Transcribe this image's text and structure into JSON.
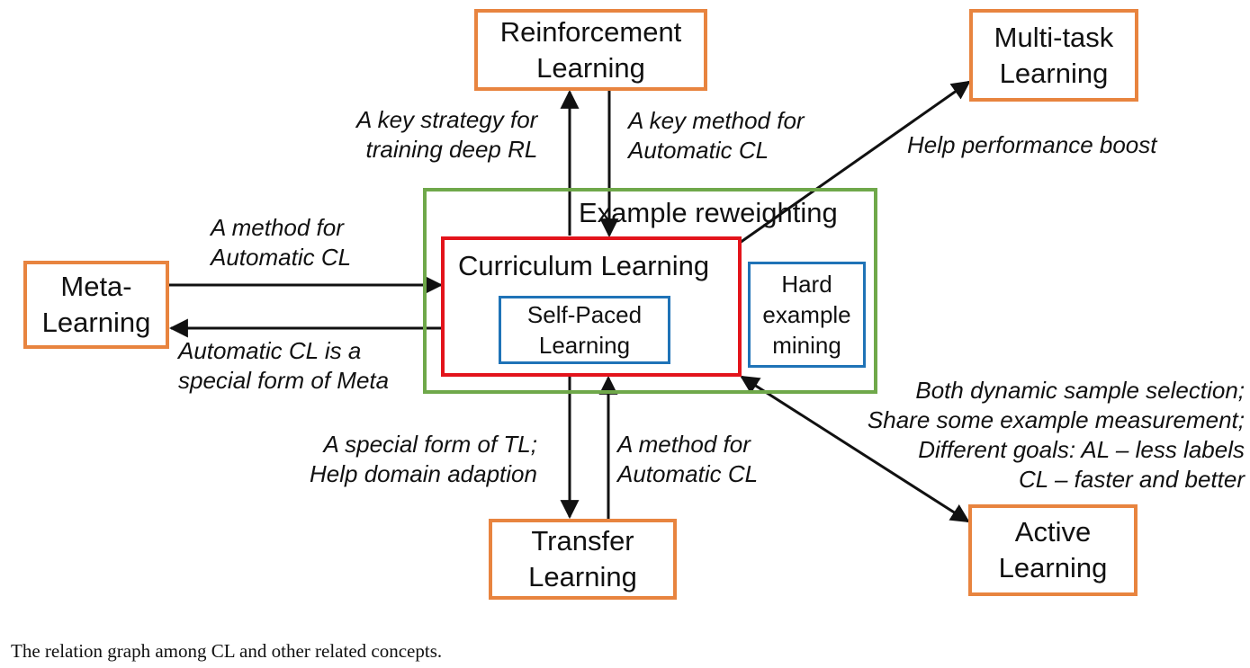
{
  "nodes": {
    "reinforcement": "Reinforcement\nLearning",
    "multitask": "Multi-task\nLearning",
    "meta": "Meta-\nLearning",
    "transfer": "Transfer\nLearning",
    "active": "Active\nLearning",
    "example_reweighting": "Example reweighting",
    "curriculum": "Curriculum Learning",
    "self_paced": "Self-Paced\nLearning",
    "hard_example": "Hard\nexample\nmining"
  },
  "edge_labels": {
    "cl_to_rl": "A key strategy for\ntraining deep RL",
    "rl_to_cl": "A key method for\nAutomatic CL",
    "cl_to_mtl": "Help performance boost",
    "meta_to_cl": "A method for\nAutomatic CL",
    "cl_to_meta": "Automatic CL is a\nspecial form of Meta",
    "cl_to_tl": "A special form of TL;\nHelp domain adaption",
    "tl_to_cl": "A method for\nAutomatic CL",
    "cl_al": "Both dynamic sample selection;\nShare some example measurement;\nDifferent goals: AL – less labels\nCL – faster and better"
  },
  "caption": "The relation graph among CL and other related concepts.",
  "colors": {
    "orange_border": "#e8843f",
    "green_border": "#6fa84a",
    "red_border": "#e3141b",
    "blue_border": "#1f73b7",
    "arrow": "#111111"
  }
}
